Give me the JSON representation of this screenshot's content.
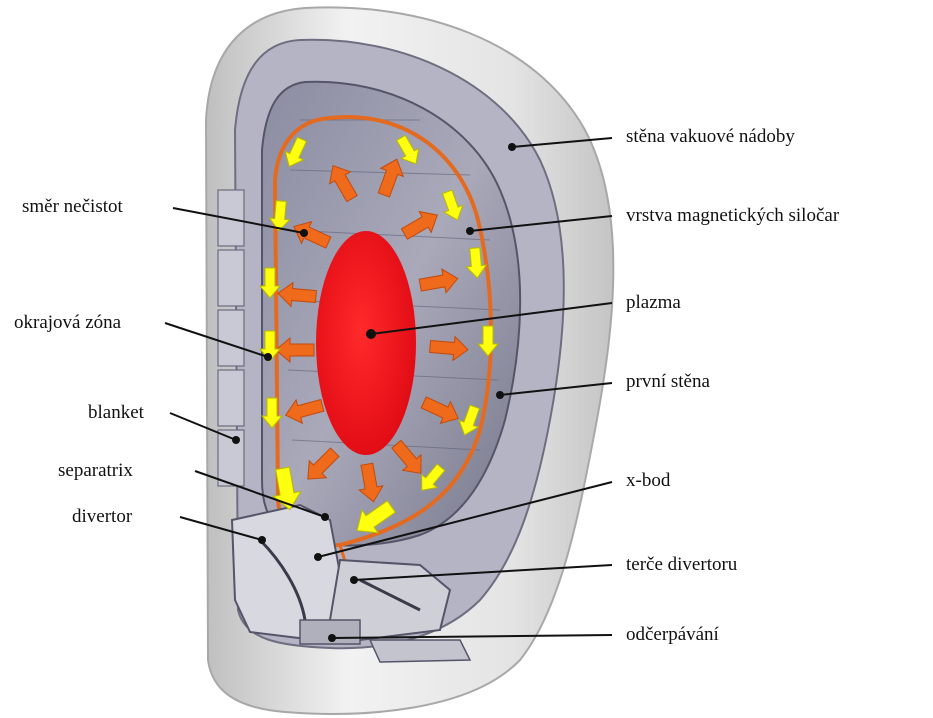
{
  "labels": {
    "vacuum_vessel_wall": "stěna vakuové nádoby",
    "impurity_direction": "směr nečistot",
    "magnetic_field_line_layer": "vrstva magnetických siločar",
    "plasma": "plazma",
    "edge_zone": "okrajová zóna",
    "first_wall": "první stěna",
    "blanket": "blanket",
    "separatrix": "separatrix",
    "x_point": "x-bod",
    "divertor": "divertor",
    "divertor_targets": "terče divertoru",
    "pumping": "odčerpávání"
  },
  "colors": {
    "plasma": "#e8101a",
    "field_line": "#e46a1f",
    "impurity_arrow": "#f06a1c",
    "flow_arrow": "#ffff10",
    "vessel_outer": "#dedede",
    "blanket_module": "#9a9aae",
    "interior": "#7a7a90"
  },
  "icons": {
    "pointer": "callout-dot-line",
    "impurity": "orange-arrow",
    "flow": "yellow-arrow"
  }
}
